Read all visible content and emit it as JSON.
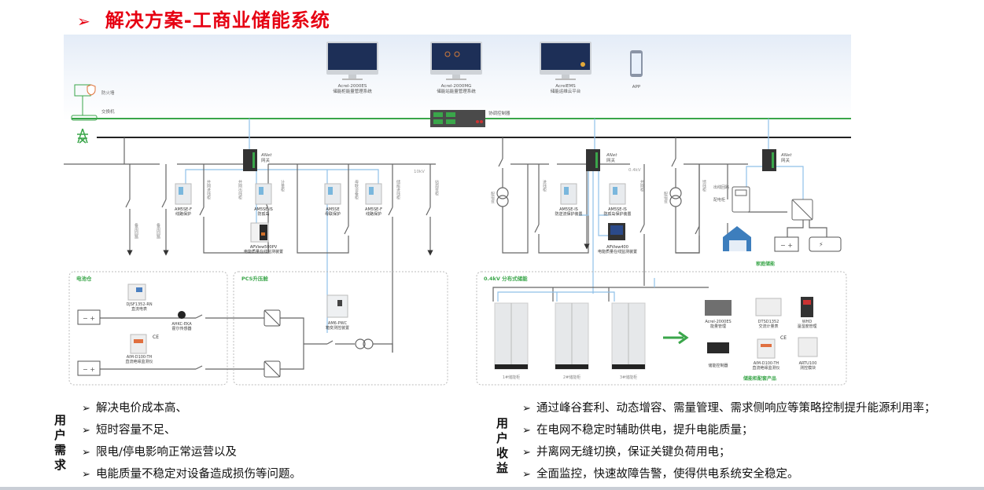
{
  "header": {
    "title": "解决方案-工商业储能系统",
    "bullet_icon": "arrow-bullet-icon"
  },
  "platform": [
    {
      "name": "Acrel-2000ES",
      "desc": "储能柜能量管理系统"
    },
    {
      "name": "Acrel-2000MG",
      "desc": "储能站能量管理系统"
    },
    {
      "name": "AcrelEMS",
      "desc": "储能运维云平台"
    },
    {
      "name": "APP",
      "desc": ""
    }
  ],
  "network": {
    "firewall": "防火墙",
    "switch": "交换机",
    "coordinator": "协调控制器",
    "gateway_name": "ANet",
    "gateway_desc": "网关"
  },
  "hv_section": {
    "voltage": "10kV",
    "feeders": [
      "备用回路",
      "备用回路",
      "并网进线柜",
      "并网出线柜",
      "计量柜",
      "母联设备柜",
      "储能进线柜",
      "站用变柜"
    ],
    "devices": [
      {
        "name": "AM5SE-F",
        "desc": "线路保护"
      },
      {
        "name": "AM5SE-IS",
        "desc": "防孤岛"
      },
      {
        "name": "APView500PV",
        "desc": "电能质量在线监测装置"
      },
      {
        "name": "AM5SE",
        "desc": "母联保护"
      },
      {
        "name": "AM5SE-F",
        "desc": "线路保护"
      }
    ]
  },
  "lv_section": {
    "voltage": "0.4kV",
    "transformer_label": "配电变",
    "feeders": [
      "进线柜",
      "并网柜",
      "馈线柜"
    ],
    "devices": [
      {
        "name": "AM5SE-IS",
        "desc": "防逆流保护装置"
      },
      {
        "name": "AM5SE-IS",
        "desc": "防孤岛保护装置"
      },
      {
        "name": "APView400",
        "desc": "电能质量在线监测装置"
      }
    ]
  },
  "home": {
    "outgoing": "出线回路",
    "cabinet": "配电柜",
    "title": "家庭储能"
  },
  "battery_bay": {
    "title": "电池仓",
    "devices": [
      {
        "name": "DJSF1352-RN",
        "desc": "直流电表"
      },
      {
        "name": "AHKC-EKA",
        "desc": "霍尔传感器"
      },
      {
        "name": "AIM-D100-TH",
        "desc": "直流绝缘监测仪"
      }
    ],
    "ce_mark": "CE"
  },
  "pcs_bay": {
    "title": "PCS升压舱",
    "device": {
      "name": "AM6-PWC",
      "desc": "箱变测控装置"
    }
  },
  "distributed": {
    "title": "0.4kV 分布式储能",
    "cabinets": [
      "1#储能柜",
      "2#储能柜",
      "3#储能柜"
    ]
  },
  "products": {
    "title": "储能柜配套产品",
    "items": [
      {
        "name": "Acrel-2000ES",
        "desc": "能量管理"
      },
      {
        "name": "DTSD1352",
        "desc": "交流计量表"
      },
      {
        "name": "WHD",
        "desc": "温湿度管理"
      },
      {
        "name": "",
        "desc": "储能控制器"
      },
      {
        "name": "AIM-D100-TH",
        "desc": "直流绝缘监测仪"
      },
      {
        "name": "ARTU100",
        "desc": "测控模块"
      }
    ],
    "ce_mark": "CE"
  },
  "needs": {
    "label": [
      "用",
      "户",
      "需",
      "求"
    ],
    "bullet": "➢",
    "items": [
      "解决电价成本高、",
      "短时容量不足、",
      "限电/停电影响正常运营以及",
      "电能质量不稳定对设备造成损伤等问题。"
    ]
  },
  "benefits": {
    "label": [
      "用",
      "户",
      "收",
      "益"
    ],
    "bullet": "➢",
    "items": [
      "通过峰谷套利、动态增容、需量管理、需求侧响应等策略控制提升能源利用率；",
      "在电网不稳定时辅助供电，提升电能质量；",
      "并离网无缝切换，保证关键负荷用电；",
      "全面监控，快速故障告警，使得供电系统安全稳定。"
    ]
  },
  "colors": {
    "title": "#e60012",
    "network": "#3aa64a",
    "bus": "#222222",
    "comm": "#8fc0e8",
    "section": "#3aa64a"
  }
}
